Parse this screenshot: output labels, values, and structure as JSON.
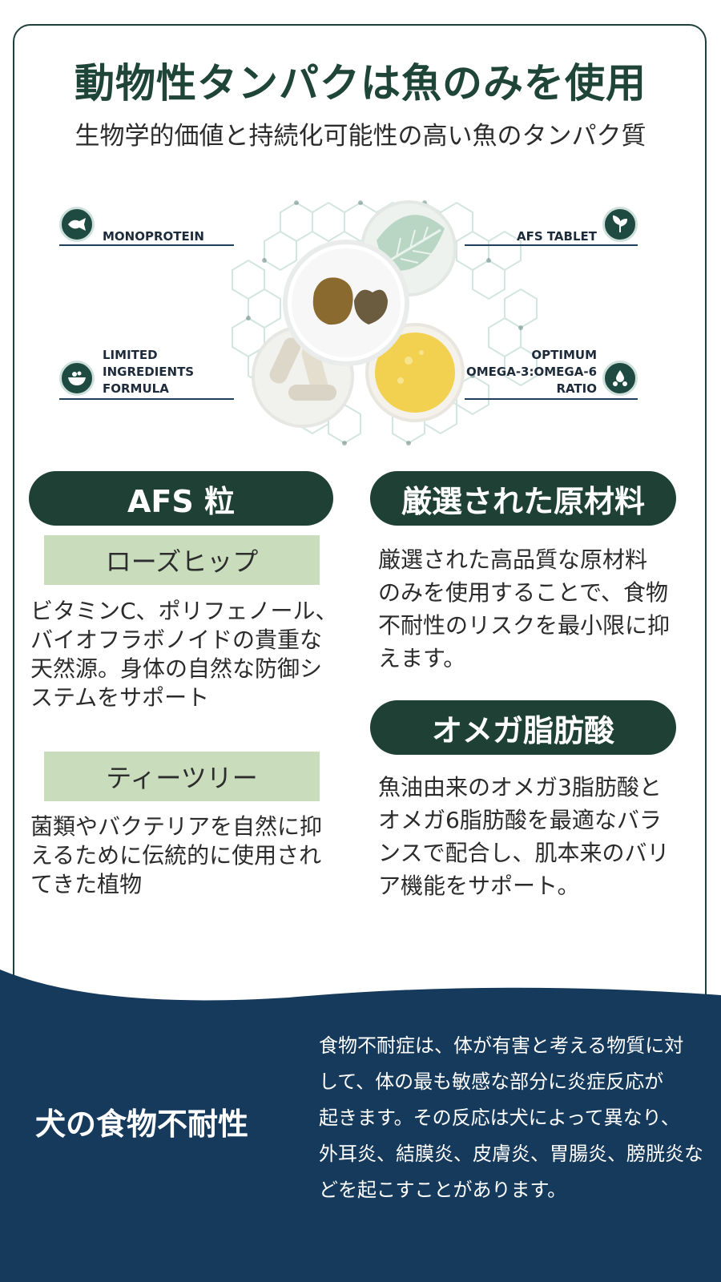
{
  "header": {
    "title": "動物性タンパクは魚のみを使用",
    "subtitle": "生物学的価値と持続化可能性の高い魚のタンパク質"
  },
  "features": {
    "monoprotein": "MONOPROTEIN",
    "afs_tablet": "AFS TABLET",
    "limited_lines": [
      "LIMITED",
      "INGREDIENTS",
      "FORMULA"
    ],
    "omega_lines": [
      "OPTIMUM",
      "OMEGA-3:OMEGA-6",
      "RATIO"
    ]
  },
  "left_column": {
    "heading": "AFS 粒",
    "item1_label": "ローズヒップ",
    "item1_lines": [
      "ビタミンC、ポリフェノール、",
      "バイオフラボノイドの貴重な",
      "天然源。身体の自然な防御シ",
      "ステムをサポート"
    ],
    "item2_label": "ティーツリー",
    "item2_lines": [
      "菌類やバクテリアを自然に抑",
      "えるために伝統的に使用され",
      "てきた植物"
    ]
  },
  "right_column": {
    "heading1": "厳選された原材料",
    "text1_lines": [
      "厳選された高品質な原材料",
      "のみを使用することで、食物",
      "不耐性のリスクを最小限に抑",
      "えます。"
    ],
    "heading2": "オメガ脂肪酸",
    "text2_lines": [
      "魚油由来のオメガ3脂肪酸と",
      "オメガ6脂肪酸を最適なバラ",
      "ンスで配合し、肌本来のバリ",
      "ア機能をサポート。"
    ]
  },
  "bottom": {
    "title": "犬の食物不耐性",
    "text_lines": [
      "食物不耐症は、体が有害と考える物質に対",
      "して、体の最も敏感な部分に炎症反応が",
      "起きます。その反応は犬によって異なり、",
      "外耳炎、結膜炎、皮膚炎、胃腸炎、膀胱炎な",
      "どを起こすことがあります。"
    ]
  },
  "colors": {
    "dark_green": "#1f4035",
    "navy": "#163a5c",
    "label_green": "#c9ddbd"
  }
}
